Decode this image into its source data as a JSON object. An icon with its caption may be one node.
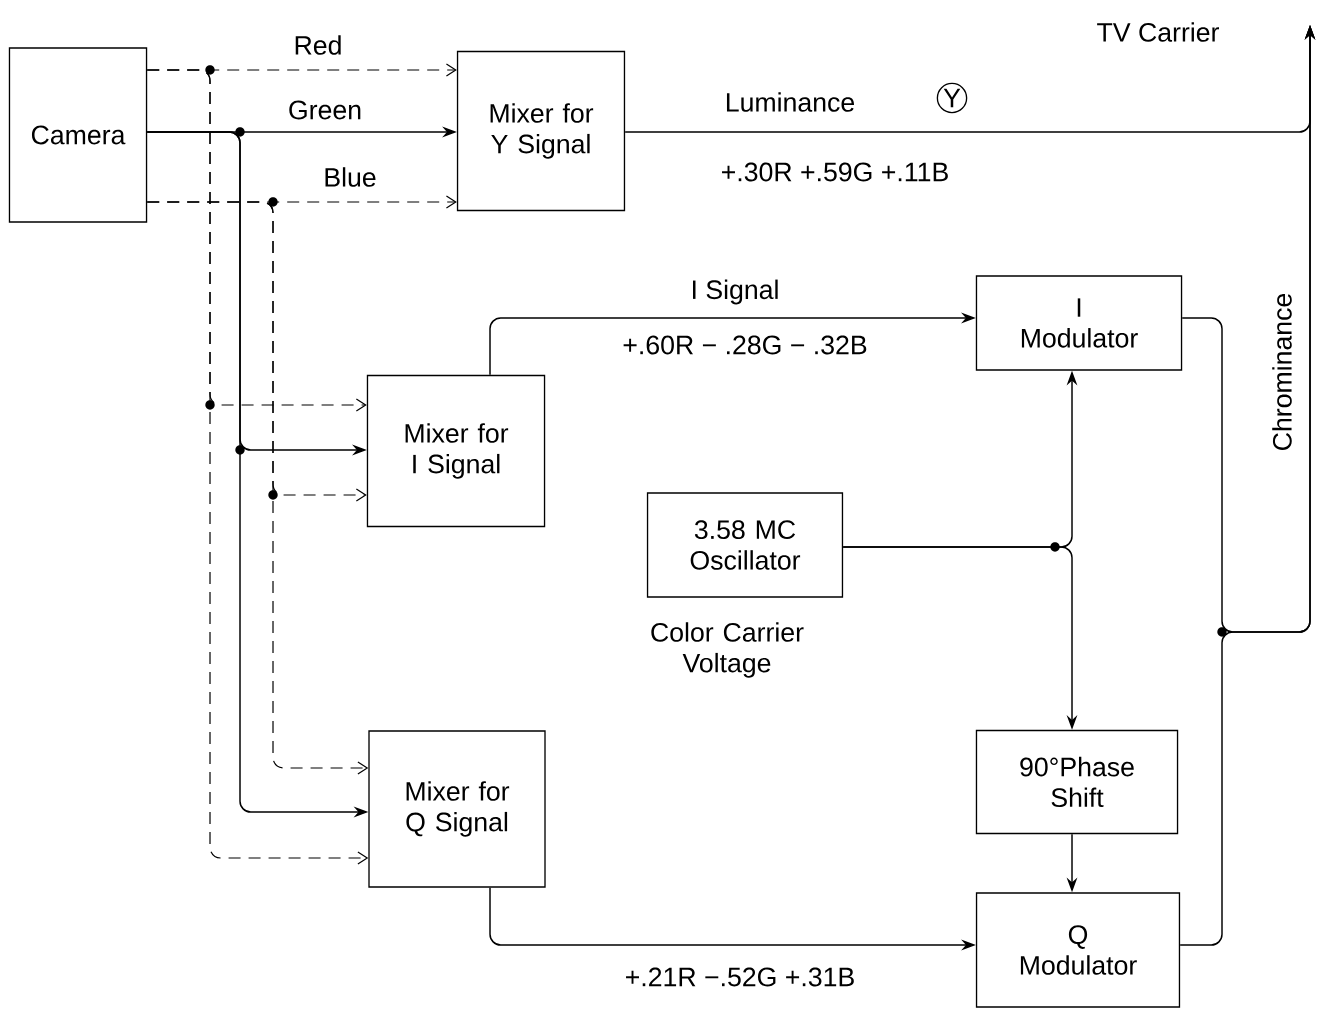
{
  "diagram": {
    "nodes": [
      {
        "text": [
          "Camera"
        ]
      },
      {
        "text": [
          "Mixer for Y Signal"
        ]
      },
      {
        "text": [
          "I Modulator"
        ]
      },
      {
        "text": [
          "Mixer for I Signal"
        ]
      },
      {
        "text": [
          "3.58 MC Oscillator"
        ],
        "beside": [
          "Color Carrier Voltage"
        ]
      },
      {
        "text": [
          "Mixer for Q Signal"
        ]
      },
      {
        "text": [
          "90°Phase Shift"
        ]
      },
      {
        "text": [
          "Q Modulator"
        ]
      }
    ],
    "edges": [
      {
        "from": 0,
        "to": 1,
        "arrow": "to",
        "label": "Red",
        "style": "dashed"
      },
      {
        "from": 0,
        "to": 1,
        "arrow": "to",
        "label": "Green"
      },
      {
        "from": 0,
        "to": 1,
        "arrow": "to",
        "label": "Blue",
        "style": "dashed"
      },
      {
        "from": 0,
        "to": 3,
        "arrow": "to",
        "style": "dashed"
      },
      {
        "from": 0,
        "to": 3,
        "arrow": "to"
      },
      {
        "from": 0,
        "to": 3,
        "arrow": "to",
        "style": "dashed"
      },
      {
        "from": 0,
        "to": 5,
        "arrow": "to",
        "style": "dashed"
      },
      {
        "from": 0,
        "to": 5,
        "arrow": "to"
      },
      {
        "from": 0,
        "to": 5,
        "arrow": "to",
        "style": "dashed"
      },
      {
        "from": 1,
        "to": null,
        "arrow": "to",
        "label": "Luminance"
      },
      {
        "from": 3,
        "to": 2,
        "arrow": "to",
        "label": "I Signal"
      },
      {
        "from": 4,
        "to": 2,
        "arrow": "to"
      },
      {
        "from": 4,
        "to": 6,
        "arrow": "to"
      },
      {
        "from": 6,
        "to": 7,
        "arrow": "to"
      },
      {
        "from": 5,
        "to": 7,
        "arrow": "to"
      },
      {
        "from": 2,
        "to": null,
        "arrow": "to",
        "label": "Chrominance"
      },
      {
        "from": 7,
        "to": null,
        "arrow": "to"
      }
    ],
    "labels": [
      "TV Carrier",
      "Y",
      "+.30R +.59G +.11B",
      "+.60R − .28G − .32B",
      "+.21R −.52G +.31B"
    ]
  }
}
